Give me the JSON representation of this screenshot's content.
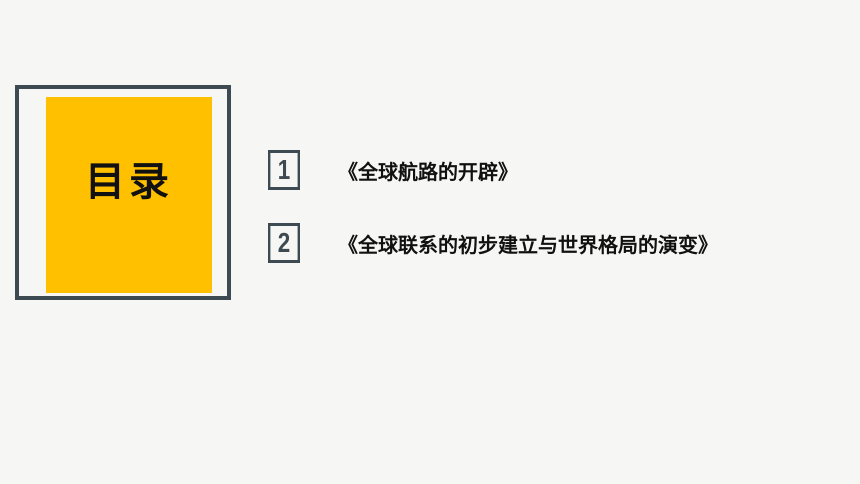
{
  "title": "目录",
  "items": [
    {
      "number": "1",
      "label": "《全球航路的开辟》"
    },
    {
      "number": "2",
      "label": "《全球联系的初步建立与世界格局的演变》"
    }
  ],
  "colors": {
    "accent": "#ffc000",
    "frame": "#3e4a52",
    "background": "#f6f6f4",
    "text": "#111111"
  }
}
